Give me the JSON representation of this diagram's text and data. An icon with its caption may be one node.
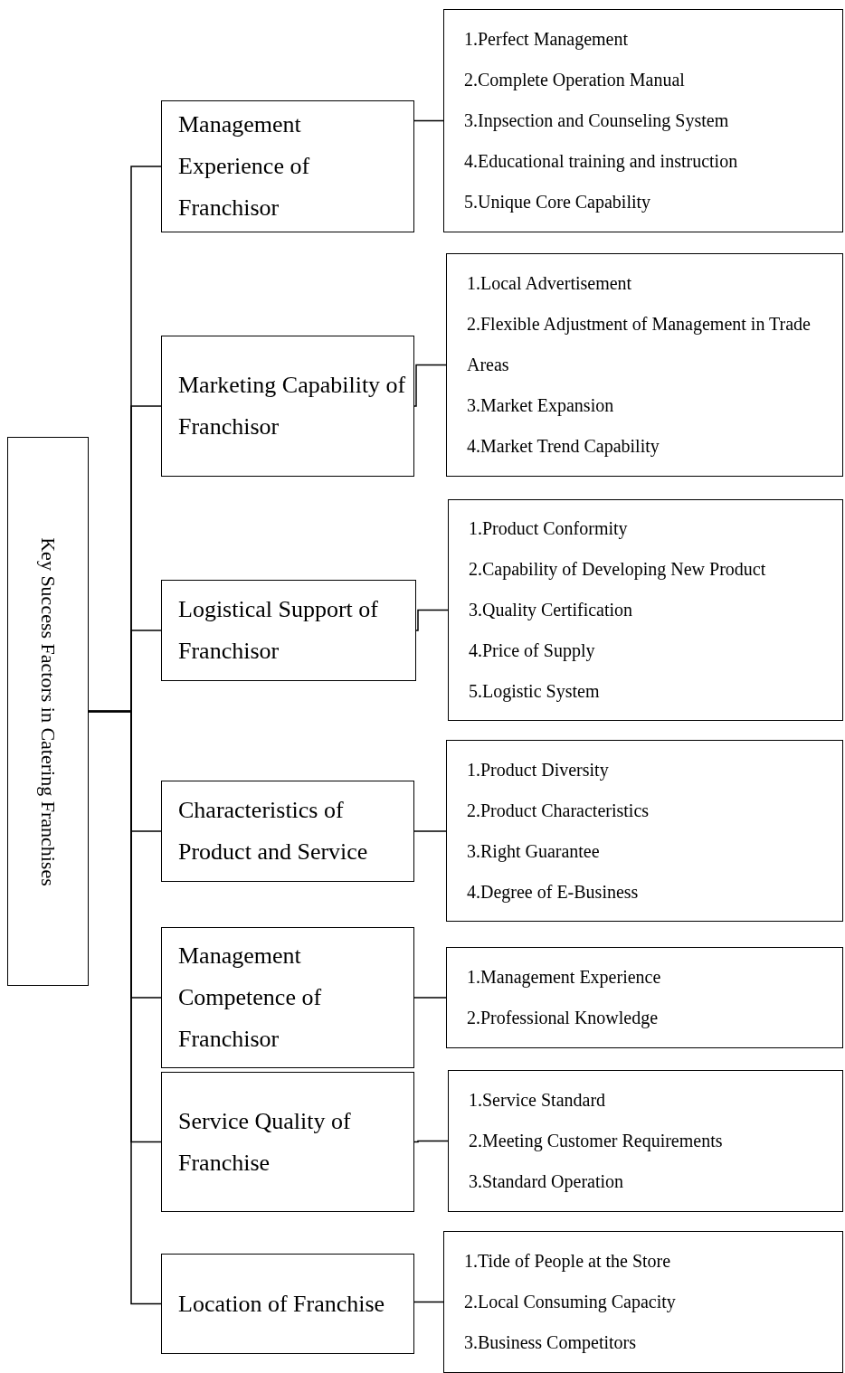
{
  "diagram": {
    "nodes": [
      {
        "text": [
          "Key Success Factors in Catering Franchises"
        ]
      },
      {
        "text": [
          "Management Experience of Franchisor"
        ]
      },
      {
        "text": [
          "1.Perfect Management",
          "2.Complete Operation Manual",
          "3.Inpsection and Counseling System",
          "4.Educational training and instruction",
          "5.Unique Core Capability"
        ]
      },
      {
        "text": [
          "Marketing Capability of Franchisor"
        ]
      },
      {
        "text": [
          "1.Local Advertisement",
          "2.Flexible Adjustment of Management in Trade Areas",
          "3.Market Expansion",
          "4.Market Trend Capability"
        ]
      },
      {
        "text": [
          "Logistical Support of Franchisor"
        ]
      },
      {
        "text": [
          "1.Product Conformity",
          "2.Capability of Developing New Product",
          "3.Quality Certification",
          "4.Price of Supply",
          "5.Logistic System"
        ]
      },
      {
        "text": [
          "Characteristics of Product and Service"
        ]
      },
      {
        "text": [
          "1.Product Diversity",
          "2.Product Characteristics",
          "3.Right Guarantee",
          "4.Degree of E-Business"
        ]
      },
      {
        "text": [
          "Management Competence of Franchisor"
        ]
      },
      {
        "text": [
          "1.Management Experience",
          "2.Professional Knowledge"
        ]
      },
      {
        "text": [
          "Service Quality of Franchise"
        ]
      },
      {
        "text": [
          "1.Service Standard",
          "2.Meeting Customer Requirements",
          "3.Standard Operation"
        ]
      },
      {
        "text": [
          "Location of Franchise"
        ]
      },
      {
        "text": [
          "1.Tide of People at the Store",
          "2.Local Consuming Capacity",
          "3.Business Competitors"
        ]
      }
    ],
    "edges": [
      {
        "from": 0,
        "to": 1,
        "arrow": "none"
      },
      {
        "from": 1,
        "to": 2,
        "arrow": "none"
      },
      {
        "from": 0,
        "to": 3,
        "arrow": "none"
      },
      {
        "from": 3,
        "to": 4,
        "arrow": "none"
      },
      {
        "from": 0,
        "to": 5,
        "arrow": "none"
      },
      {
        "from": 5,
        "to": 6,
        "arrow": "none"
      },
      {
        "from": 0,
        "to": 7,
        "arrow": "none"
      },
      {
        "from": 7,
        "to": 8,
        "arrow": "none"
      },
      {
        "from": 0,
        "to": 9,
        "arrow": "none"
      },
      {
        "from": 9,
        "to": 10,
        "arrow": "none"
      },
      {
        "from": 0,
        "to": 11,
        "arrow": "none"
      },
      {
        "from": 11,
        "to": 12,
        "arrow": "none"
      },
      {
        "from": 0,
        "to": 13,
        "arrow": "none"
      },
      {
        "from": 13,
        "to": 14,
        "arrow": "none"
      }
    ]
  }
}
